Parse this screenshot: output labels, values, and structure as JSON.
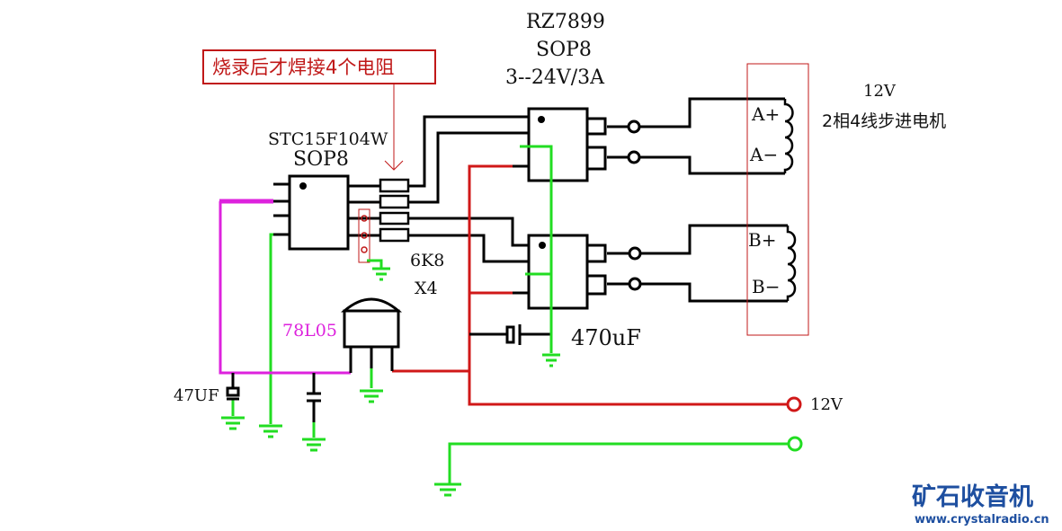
{
  "title": "STC15F104W + RZ7899 stepper motor driver schematic",
  "colors": {
    "wire": "#000000",
    "vcc12": "#d01818",
    "ground": "#22dd22",
    "vcc5": "#dd22dd",
    "annotation": "#c01818",
    "logo": "#1e4fa0"
  },
  "labels": {
    "note": "烧录后才焊接4个电阻",
    "mcu_name": "STC15F104W",
    "mcu_pkg": "SOP8",
    "driver_name": "RZ7899",
    "driver_pkg": "SOP8",
    "driver_spec": "3--24V/3A",
    "motor_voltage": "12V",
    "motor_desc": "2相4线步进电机",
    "a_plus": "A+",
    "a_minus": "A−",
    "b_plus": "B+",
    "b_minus": "B−",
    "resistor_value": "6K8",
    "resistor_count": "X4",
    "regulator": "78L05",
    "cap_in": "47UF",
    "cap_bulk": "470uF",
    "supply": "12V"
  },
  "logo": {
    "cn": "矿石收音机",
    "url": "www.crystalradio.cn"
  }
}
